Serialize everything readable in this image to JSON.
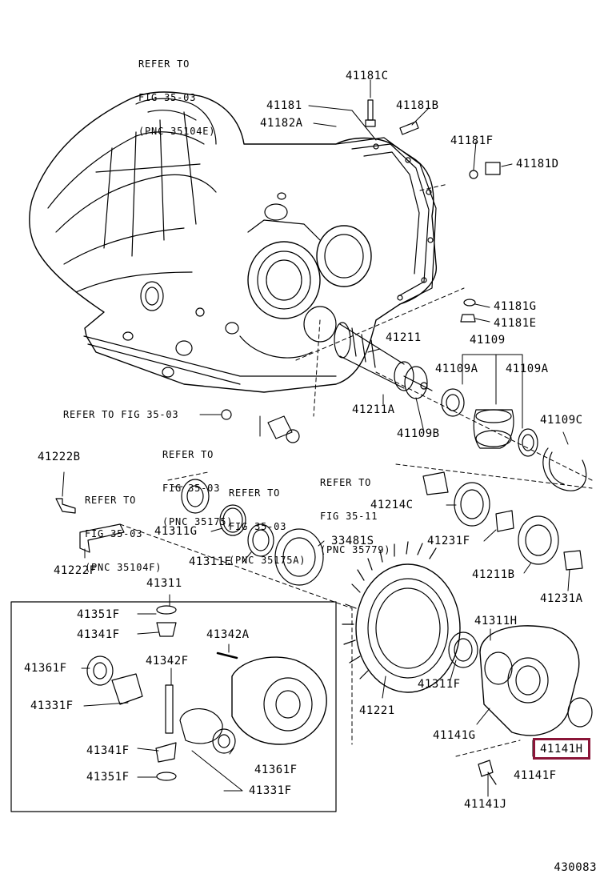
{
  "colors": {
    "highlight": "#8a1538",
    "ink": "#000000"
  },
  "refs": {
    "r1": [
      "REFER TO",
      "FIG 35-03",
      "(PNC 35104E)"
    ],
    "r2": "REFER TO FIG 35-03",
    "r3": [
      "REFER TO",
      "FIG 35-03",
      "(PNC 35175)"
    ],
    "r4": [
      "REFER TO",
      "FIG 35-03",
      "(PNC 35104F)"
    ],
    "r5": [
      "REFER TO",
      "FIG 35-03",
      "(PNC 35175A)"
    ],
    "r6": [
      "REFER TO",
      "FIG 35-11",
      "(PNC 35779)"
    ]
  },
  "parts": {
    "p41181C": "41181C",
    "p41181": "41181",
    "p41182A": "41182A",
    "p41181B": "41181B",
    "p41181F": "41181F",
    "p41181D": "41181D",
    "p41181G": "41181G",
    "p41181E": "41181E",
    "p41109": "41109",
    "p41109A1": "41109A",
    "p41109A2": "41109A",
    "p41211": "41211",
    "p41211A": "41211A",
    "p41109B": "41109B",
    "p41109C": "41109C",
    "p41222B": "41222B",
    "p41214C": "41214C",
    "p41311G": "41311G",
    "p33481S": "33481S",
    "p41311E": "41311E",
    "p41231F": "41231F",
    "p41222F": "41222F",
    "p41211B": "41211B",
    "p41231A": "41231A",
    "p41311": "41311",
    "p41351F1": "41351F",
    "p41341F1": "41341F",
    "p41342A": "41342A",
    "p41311H": "41311H",
    "p41361F1": "41361F",
    "p41342F": "41342F",
    "p41331F1": "41331F",
    "p41311F": "41311F",
    "p41221": "41221",
    "p41341F2": "41341F",
    "p41361F2": "41361F",
    "p41141G": "41141G",
    "p41351F2": "41351F",
    "p41141H": "41141H",
    "p41331F2": "41331F",
    "p41141F": "41141F",
    "p41141J": "41141J"
  },
  "figure_number": "430083"
}
